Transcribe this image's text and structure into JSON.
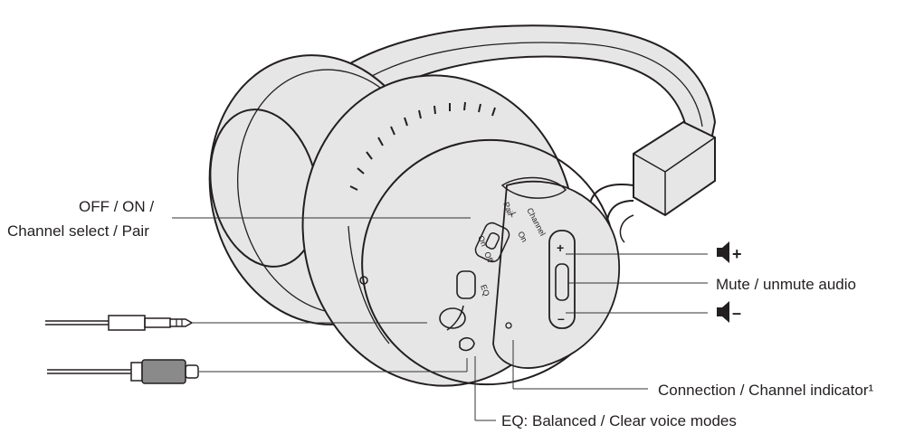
{
  "labels": {
    "power_line1": "OFF / ON /",
    "power_line2": "Channel select / Pair",
    "mute": "Mute / unmute audio",
    "indicator": "Connection / Channel indicator¹",
    "eq": "EQ: Balanced / Clear voice modes",
    "vol_up_symbol": "+",
    "vol_down_symbol": "–"
  },
  "device_markings": {
    "channel": "Channel",
    "pair": "Pair",
    "l": "L",
    "on": "On",
    "off": "Off",
    "eq": "EQ",
    "plus": "+",
    "minus": "–"
  }
}
